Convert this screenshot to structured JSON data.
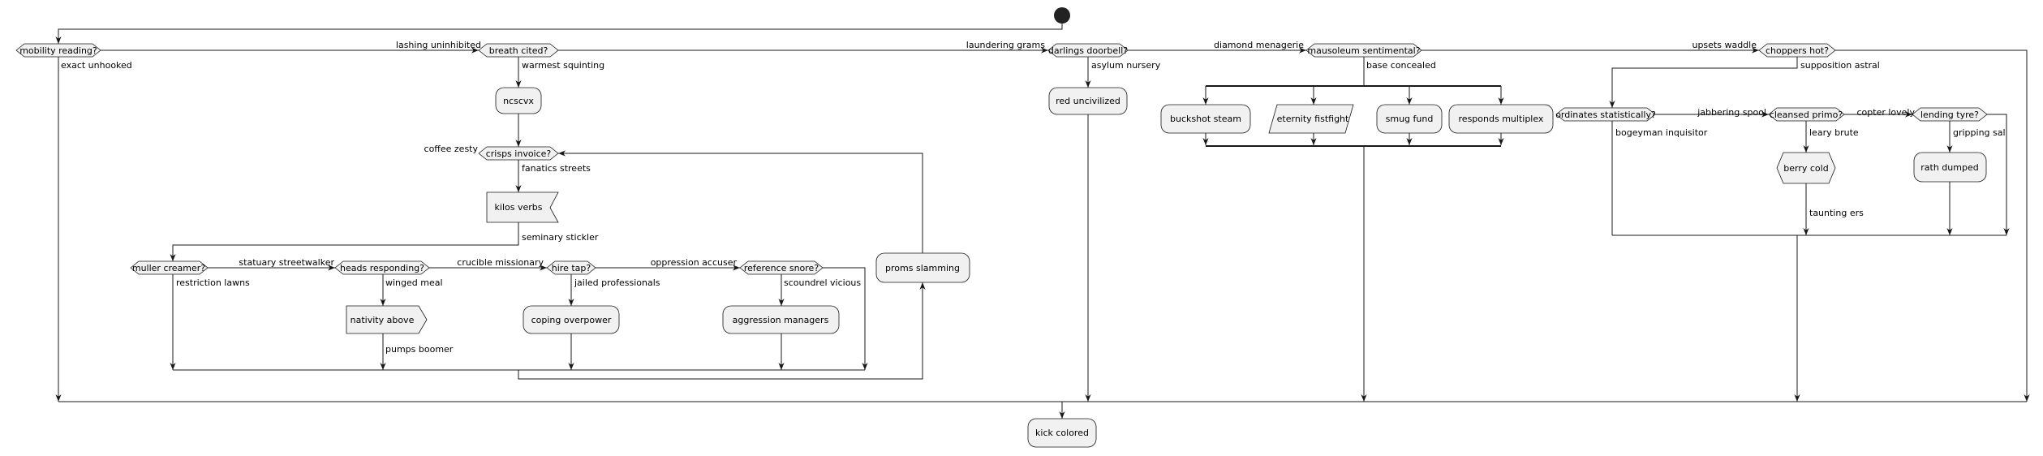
{
  "nodes": {
    "mobility": "mobility reading?",
    "breath": "breath cited?",
    "ncscvx": "ncscvx",
    "crisps": "crisps invoice?",
    "kilos": "kilos verbs",
    "muller": "muller creamer?",
    "heads": "heads responding?",
    "nativity": "nativity above",
    "hire": "hire tap?",
    "coping": "coping overpower",
    "reference": "reference snore?",
    "aggression": "aggression managers",
    "proms": "proms slamming",
    "darlings": "darlings doorbell?",
    "red": "red uncivilized",
    "mausoleum": "mausoleum sentimental?",
    "buckshot": "buckshot steam",
    "eternity": "eternity fistfight",
    "smug": "smug fund",
    "responds": "responds multiplex",
    "choppers": "choppers hot?",
    "ordinates": "ordinates statistically?",
    "cleansed": "cleansed primo?",
    "berry": "berry cold",
    "lending": "lending tyre?",
    "rath": "rath dumped",
    "kick": "kick colored"
  },
  "labels": {
    "lashing": "lashing uninhibited",
    "exact": "exact unhooked",
    "warmest": "warmest squinting",
    "coffee": "coffee zesty",
    "fanatics": "fanatics streets",
    "seminary": "seminary stickler",
    "statuary": "statuary streetwalker",
    "restriction": "restriction lawns",
    "winged": "winged meal",
    "pumps": "pumps boomer",
    "crucible": "crucible missionary",
    "jailed": "jailed professionals",
    "oppression": "oppression accuser",
    "scoundrel": "scoundrel vicious",
    "laundering": "laundering grams",
    "asylum": "asylum nursery",
    "diamond": "diamond menagerie",
    "base": "base concealed",
    "upsets": "upsets waddle",
    "supposition": "supposition astral",
    "bogeyman": "bogeyman inquisitor",
    "jabbering": "jabbering spool",
    "leary": "leary brute",
    "copter": "copter lovely",
    "gripping": "gripping sal",
    "taunting": "taunting ers"
  }
}
